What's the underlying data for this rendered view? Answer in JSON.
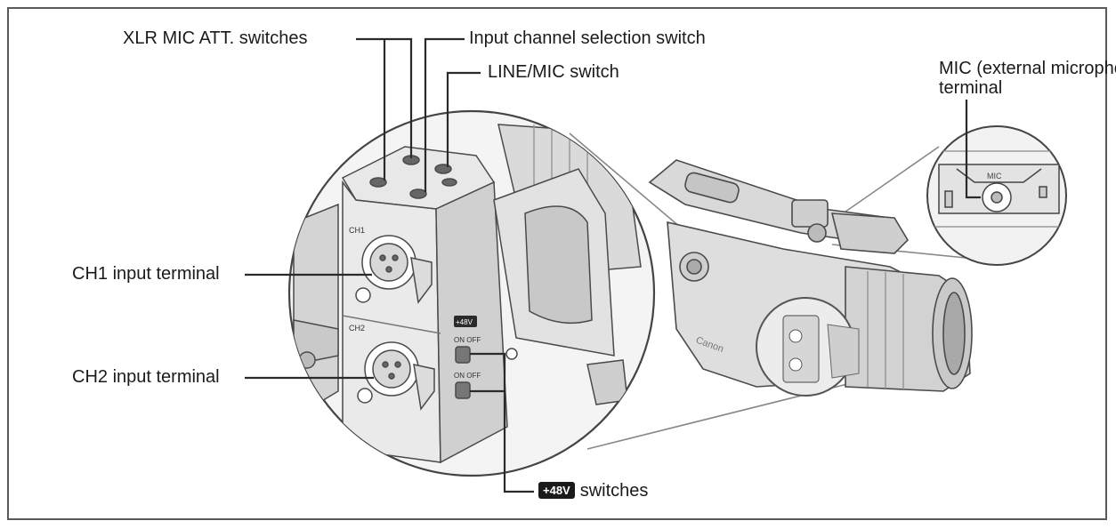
{
  "labels": {
    "xlr_mic_att": "XLR MIC ATT. switches",
    "input_channel": "Input channel selection switch",
    "line_mic": "LINE/MIC switch",
    "mic_terminal_line1": "MIC (external microphone)",
    "mic_terminal_line2": "terminal",
    "ch1_terminal": "CH1 input terminal",
    "ch2_terminal": "CH2 input terminal",
    "plus48v_badge": "+48V",
    "plus48v_switches": "switches"
  },
  "panel_text": {
    "ch1": "CH1",
    "ch2": "CH2",
    "plus48v": "+48V",
    "on_off_1": "ON OFF",
    "on_off_2": "ON OFF",
    "mic_small": "MIC",
    "brand": "Canon"
  },
  "colors": {
    "line": "#2a2a2a",
    "outline": "#4a4a4a",
    "shade_light": "#e6e6e6",
    "shade_mid": "#bfbfbf",
    "shade_dark": "#7a7a7a",
    "badge_bg": "#1a1a1a"
  }
}
